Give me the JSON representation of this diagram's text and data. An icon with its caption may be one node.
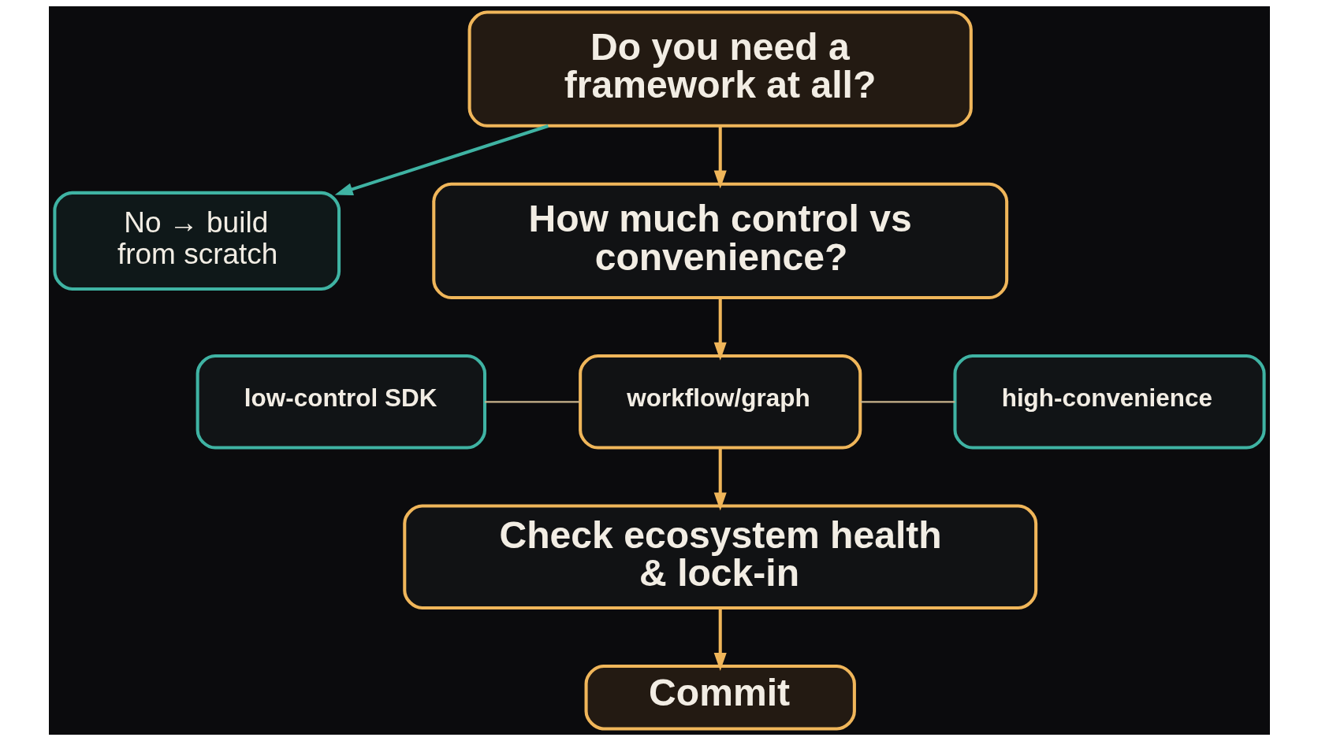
{
  "diagram": {
    "nodes": [
      {
        "text": [
          "Do you need a framework at all?"
        ]
      },
      {
        "text": [
          "No → build from scratch"
        ]
      },
      {
        "text": [
          "How much control vs convenience?"
        ]
      },
      {
        "text": [
          "low-control SDK"
        ]
      },
      {
        "text": [
          "workflow/graph"
        ]
      },
      {
        "text": [
          "high-convenience"
        ]
      },
      {
        "text": [
          "Check ecosystem health & lock-in"
        ]
      },
      {
        "text": [
          "Commit"
        ]
      }
    ],
    "edges": [
      {
        "from": 0,
        "to": 1,
        "arrow": "to",
        "color": "#3fb3a3"
      },
      {
        "from": 0,
        "to": 2,
        "arrow": "to"
      },
      {
        "from": 2,
        "to": 4,
        "arrow": "to"
      },
      {
        "from": 3,
        "to": 4,
        "arrow": "none",
        "color": "#c9b48c"
      },
      {
        "from": 4,
        "to": 5,
        "arrow": "none",
        "color": "#c9b48c"
      },
      {
        "from": 4,
        "to": 6,
        "arrow": "to"
      },
      {
        "from": 6,
        "to": 7,
        "arrow": "to"
      }
    ]
  }
}
